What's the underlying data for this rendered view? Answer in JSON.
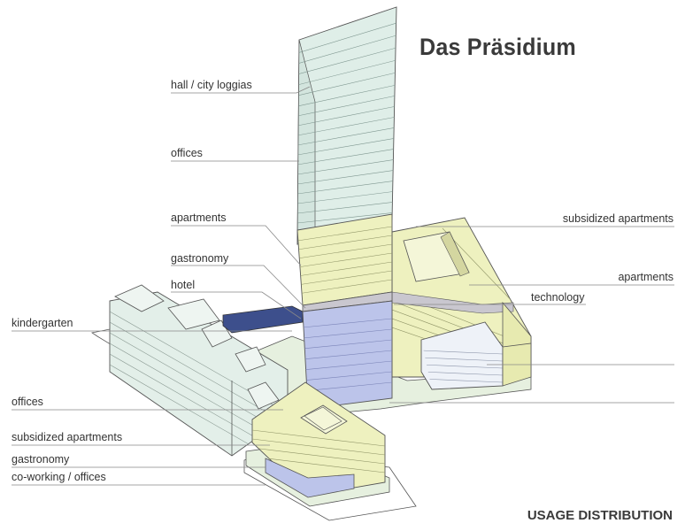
{
  "title": "Das Präsidium",
  "footer": "USAGE DISTRIBUTION",
  "labels": {
    "hall_loggias": "hall / city loggias",
    "offices_top": "offices",
    "apartments_left": "apartments",
    "gastronomy_top": "gastronomy",
    "hotel": "hotel",
    "kindergarten": "kindergarten",
    "offices_bottom": "offices",
    "subsidized_left": "subsidized apartments",
    "gastronomy_bottom": "gastronomy",
    "coworking": "co-working / offices",
    "subsidized_right": "subsidized apartments",
    "apartments_right": "apartments",
    "technology": "technology"
  },
  "colors": {
    "tower_glass": "#dfeee8",
    "apartments": "#eef1bf",
    "technology": "#c9c7cf",
    "hotel": "#bcc4ea",
    "bridge": "#3d4f8c",
    "kindergarten_building": "#e3efe9",
    "ground": "#e6f0df",
    "outline": "#555555"
  }
}
